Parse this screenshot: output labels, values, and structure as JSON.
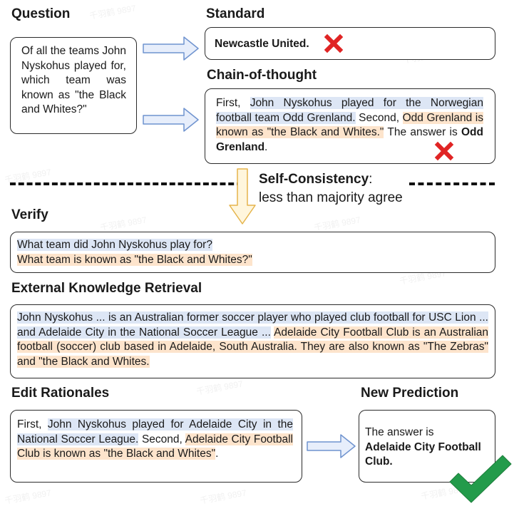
{
  "headings": {
    "question": "Question",
    "standard": "Standard",
    "cot": "Chain-of-thought",
    "verify": "Verify",
    "ekr": "External Knowledge Retrieval",
    "edit": "Edit Rationales",
    "new_prediction": "New Prediction"
  },
  "question_text": "Of all the teams John Nyskohus played for, which team was known as \"the Black and Whites?\"",
  "standard_answer": "Newcastle United.",
  "cot": {
    "p1": "First, ",
    "p2": "John Nyskohus played for the Norwegian football team Odd Grenland.",
    "p3": " Second, ",
    "p4": "Odd Grenland is known as \"the Black and Whites.\"",
    "p5": " The answer is ",
    "p6": "Odd Grenland",
    "p7": "."
  },
  "self_consistency": {
    "label": "Self-Consistency",
    "colon": ":",
    "detail": "less than majority agree"
  },
  "verify": {
    "q1": "What team did John Nyskohus play for?",
    "q2": "What team is known as \"the Black and Whites?\""
  },
  "ekr": {
    "s1": "John Nyskohus ... is an Australian former soccer player who played club football for USC Lion ... and Adelaide City in the National Soccer League ...",
    "s2": "Adelaide City Football Club is an Australian football (soccer) club based in Adelaide, South Australia. They are also known as \"The Zebras\" and \"the Black and Whites."
  },
  "edit": {
    "p1": "First, ",
    "p2": "John Nyskohus played for Adelaide City in the National Soccer League.",
    "p3": " Second, ",
    "p4": "Adelaide City Football Club is known as \"the Black and Whites\"",
    "p5": "."
  },
  "new_prediction": {
    "prefix": "The answer is",
    "answer": "Adelaide City Football Club."
  },
  "icons": {
    "wrong": "red-x-cross-icon",
    "correct": "green-check-mark-icon",
    "arrow": "right-arrow-icon",
    "down_arrow": "down-arrow-icon"
  },
  "colors": {
    "highlight_blue": "#dde6f5",
    "highlight_orange": "#fde4cc",
    "cross_red": "#e02424",
    "check_green": "#239b4b",
    "arrow_blue_fill": "#e7eefb",
    "arrow_blue_stroke": "#6f93cf",
    "arrow_yellow_fill": "#fff6dd",
    "arrow_yellow_stroke": "#e5b44b"
  },
  "watermark": "千羽鹤 9897"
}
